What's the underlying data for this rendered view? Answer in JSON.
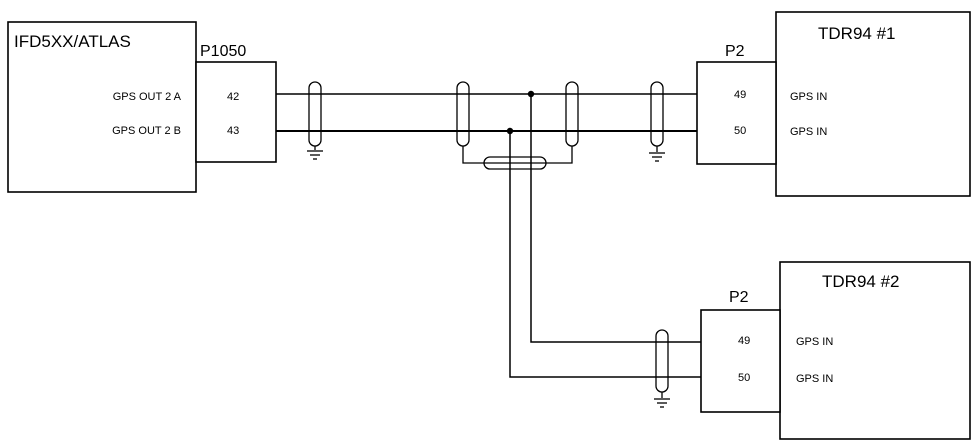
{
  "units": {
    "ifd": {
      "title": "IFD5XX/ATLAS",
      "connector": "P1050",
      "pins": [
        {
          "signal": "GPS OUT 2 A",
          "pin": "42"
        },
        {
          "signal": "GPS OUT 2 B",
          "pin": "43"
        }
      ]
    },
    "tdr1": {
      "title": "TDR94 #1",
      "connector": "P2",
      "pins": [
        {
          "pin": "49",
          "signal": "GPS IN"
        },
        {
          "pin": "50",
          "signal": "GPS IN"
        }
      ]
    },
    "tdr2": {
      "title": "TDR94 #2",
      "connector": "P2",
      "pins": [
        {
          "pin": "49",
          "signal": "GPS IN"
        },
        {
          "pin": "50",
          "signal": "GPS IN"
        }
      ]
    }
  }
}
